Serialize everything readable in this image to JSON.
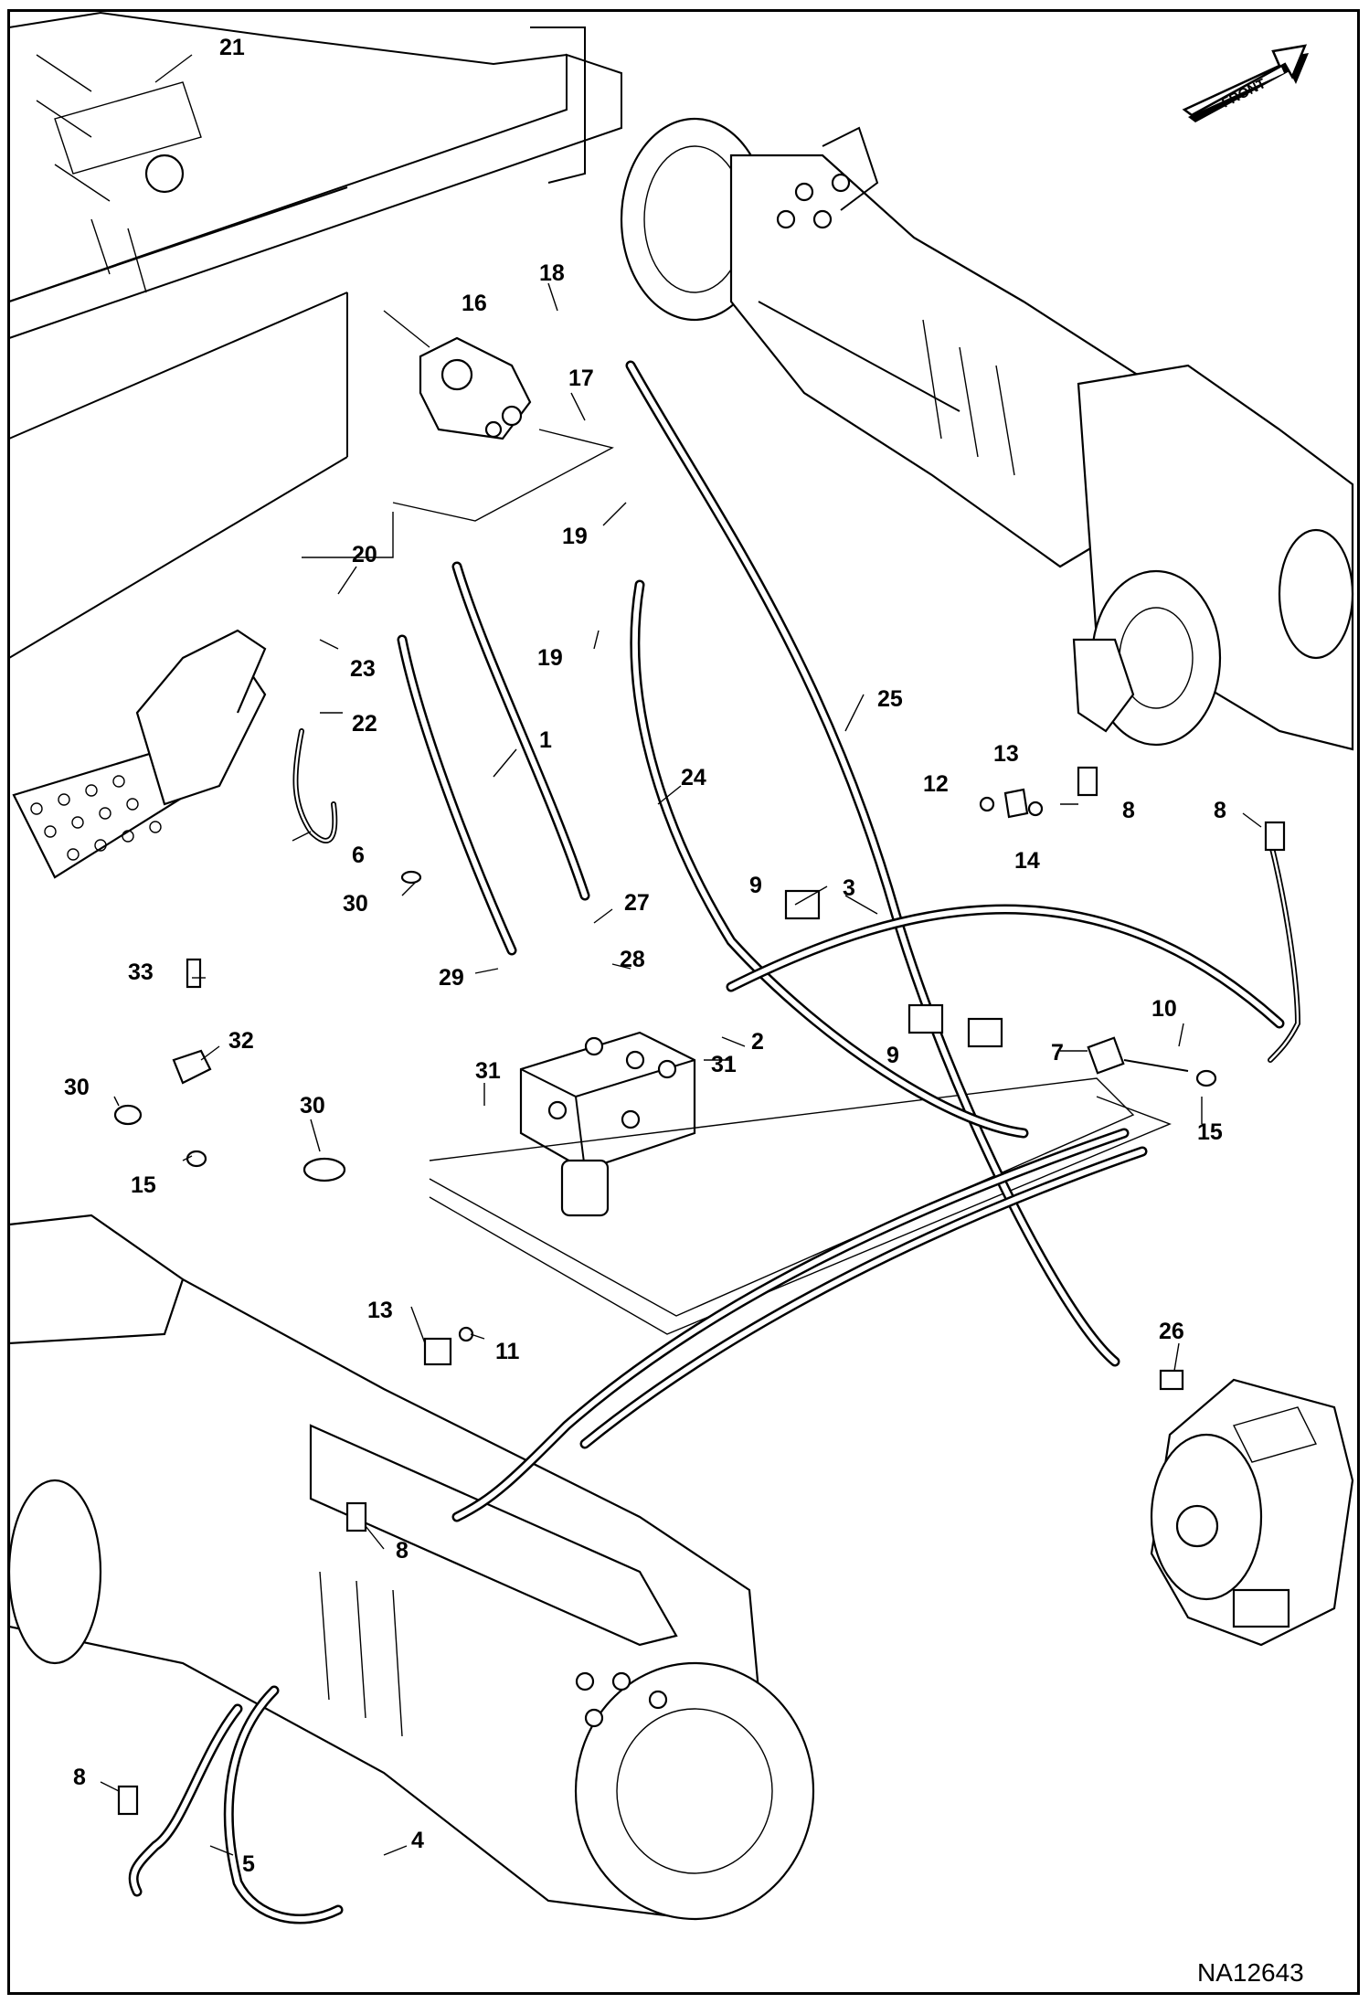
{
  "figure_id": "NA12643",
  "direction_arrow": {
    "label": "FRONT"
  },
  "callouts": [
    "21",
    "18",
    "16",
    "17",
    "19",
    "20",
    "23",
    "22",
    "19",
    "25",
    "6",
    "1",
    "24",
    "13",
    "12",
    "8",
    "14",
    "8",
    "30",
    "9",
    "3",
    "27",
    "33",
    "29",
    "28",
    "32",
    "2",
    "31",
    "10",
    "30",
    "9",
    "7",
    "31",
    "30",
    "15",
    "15",
    "13",
    "11",
    "26",
    "8",
    "8",
    "5",
    "4"
  ]
}
